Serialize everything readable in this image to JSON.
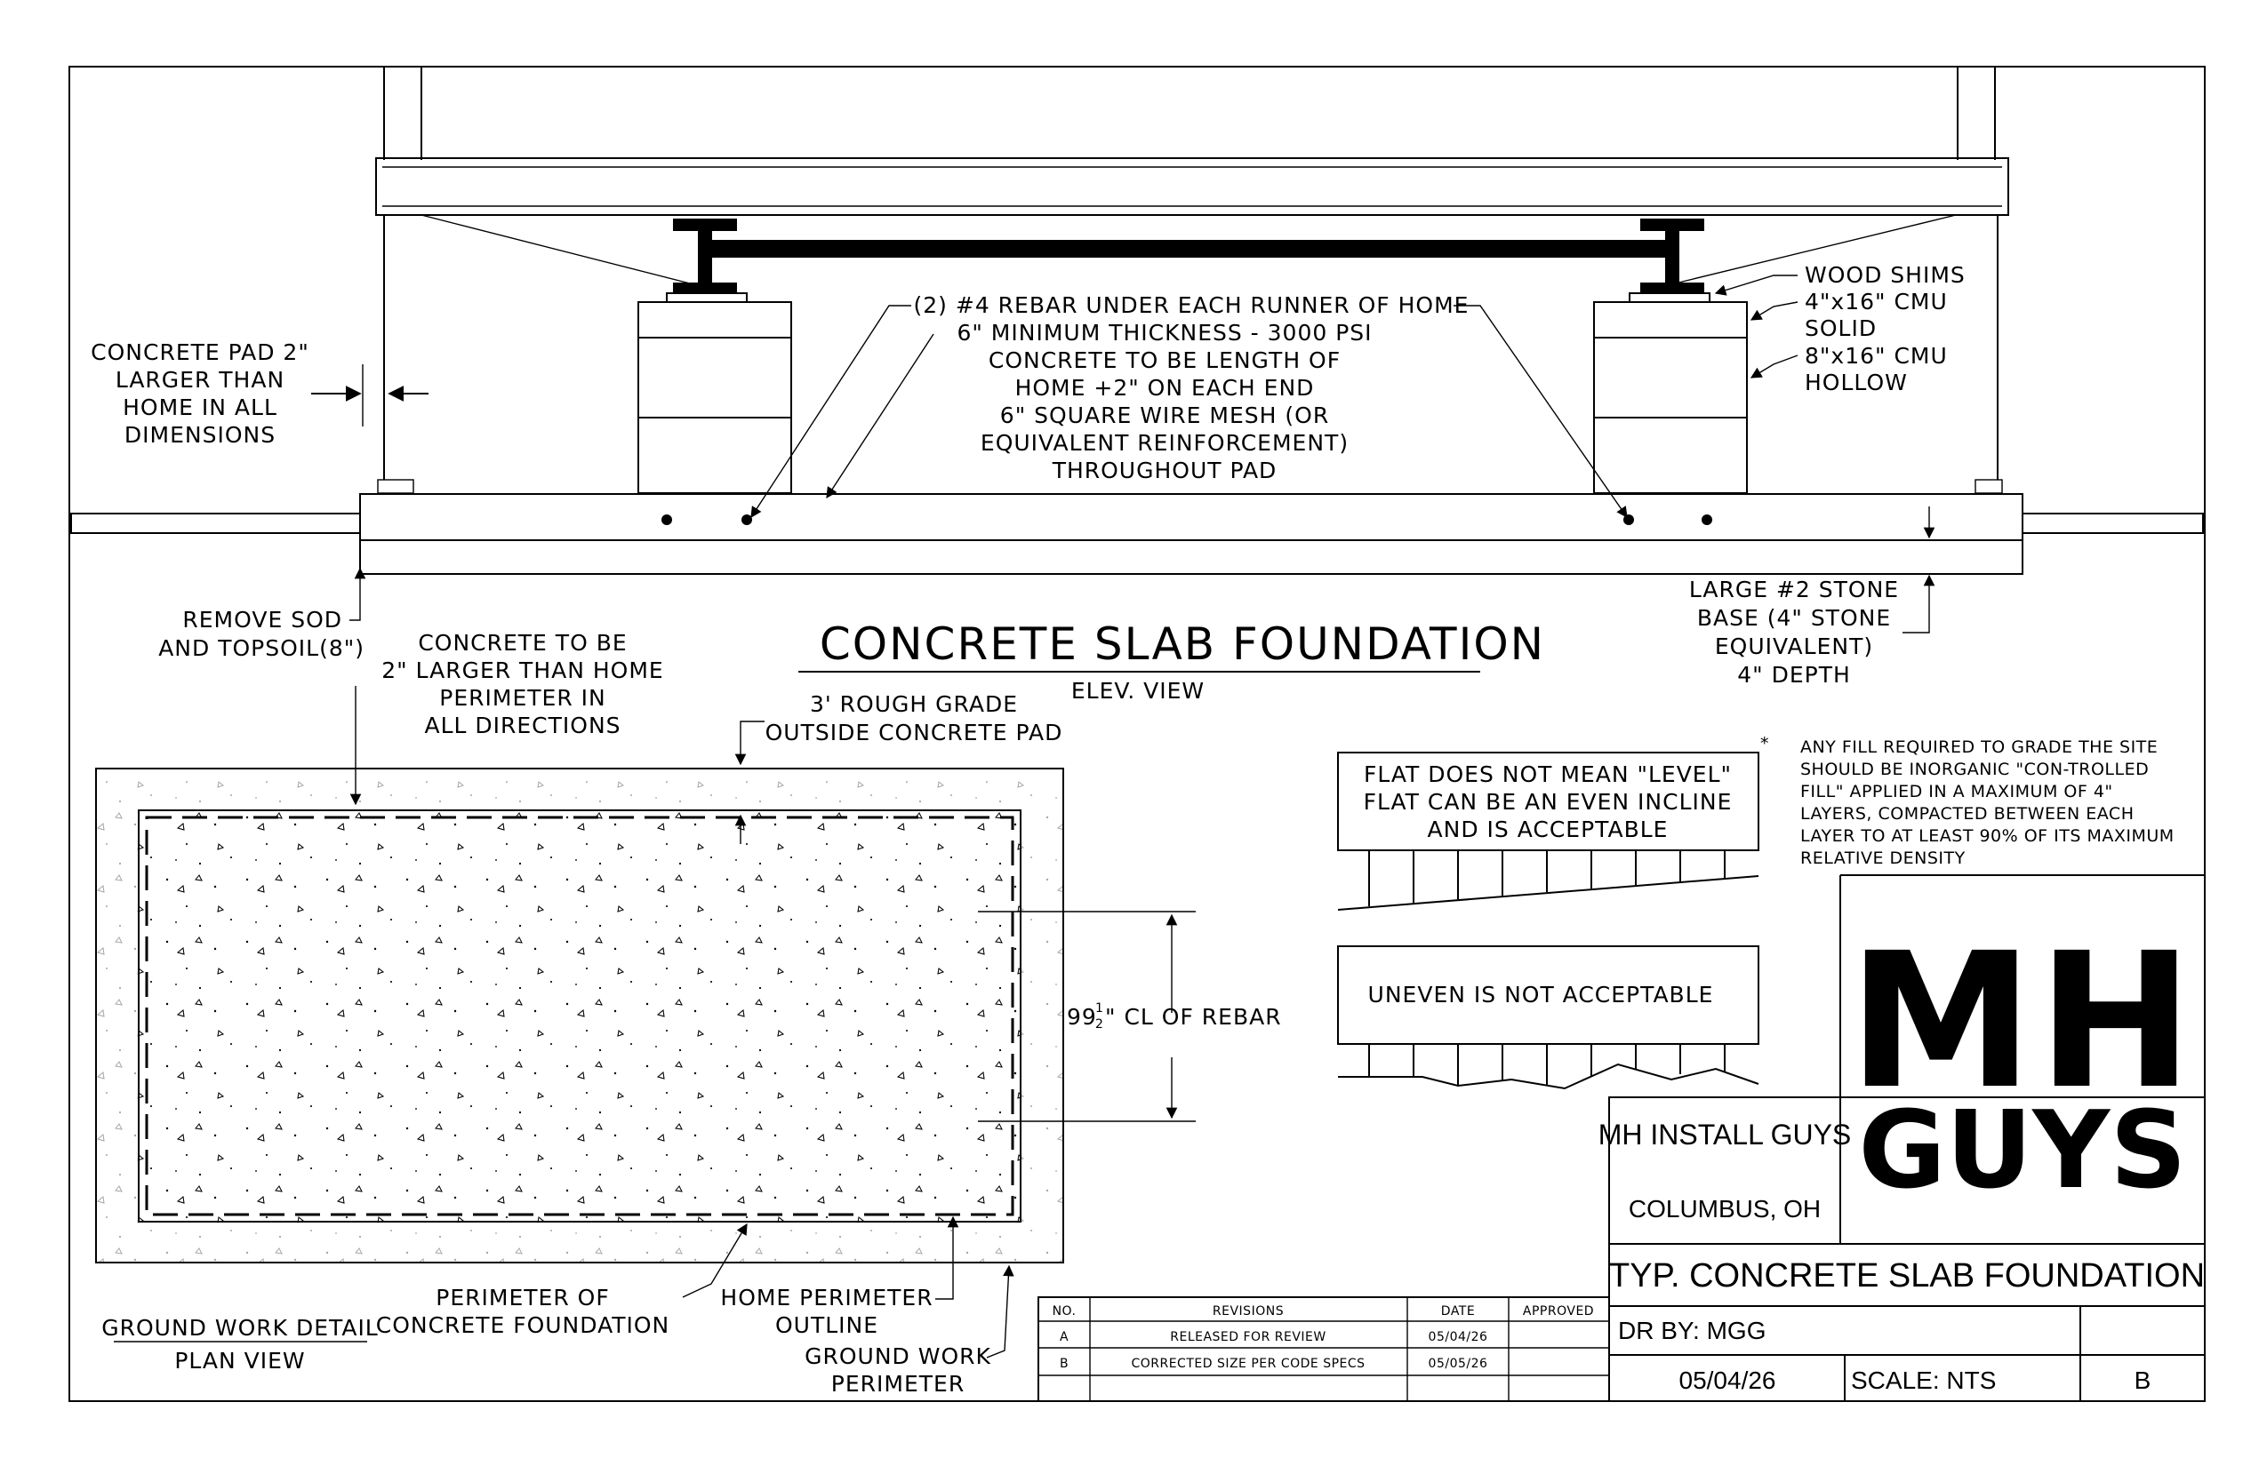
{
  "drawing": {
    "title": "CONCRETE SLAB FOUNDATION",
    "subtitle": "ELEV. VIEW",
    "plan_title": "GROUND WORK DETAIL",
    "plan_subtitle": "PLAN VIEW"
  },
  "elevation_notes": {
    "pad_larger": [
      "CONCRETE PAD 2\"",
      "LARGER THAN",
      "HOME IN ALL",
      "DIMENSIONS"
    ],
    "rebar_note": [
      "(2) #4 REBAR UNDER EACH RUNNER OF HOME",
      "6\" MINIMUM THICKNESS - 3000 PSI",
      "CONCRETE  TO BE LENGTH OF",
      "HOME +2\" ON EACH END",
      "6\" SQUARE WIRE MESH (OR",
      "EQUIVALENT REINFORCEMENT)",
      "THROUGHOUT PAD"
    ],
    "wood_shims": "WOOD SHIMS",
    "cmu_solid": [
      "4\"x16\" CMU",
      "SOLID"
    ],
    "cmu_hollow": [
      "8\"x16\" CMU",
      "HOLLOW"
    ],
    "remove_sod": [
      "REMOVE SOD",
      "AND TOPSOIL(8\")"
    ],
    "stone_base": [
      "LARGE #2 STONE",
      "BASE (4\" STONE",
      "EQUIVALENT)",
      "4\" DEPTH"
    ]
  },
  "plan_notes": {
    "concrete_larger": [
      "CONCRETE TO BE",
      "2\" LARGER THAN HOME",
      "PERIMETER IN",
      "ALL DIRECTIONS"
    ],
    "rough_grade": [
      "3' ROUGH GRADE",
      "OUTSIDE CONCRETE PAD"
    ],
    "rebar_dim_main": "99",
    "rebar_dim_frac_num": "1",
    "rebar_dim_frac_den": "2",
    "rebar_dim_rest": "\" CL OF REBAR",
    "perimeter_concrete": [
      "PERIMETER OF",
      "CONCRETE FOUNDATION"
    ],
    "home_perimeter": [
      "HOME PERIMETER",
      "OUTLINE"
    ],
    "ground_perimeter": [
      "GROUND WORK",
      "PERIMETER"
    ]
  },
  "fill_note": {
    "star": "*",
    "lines": [
      "ANY FILL REQUIRED TO GRADE THE SITE",
      "SHOULD BE INORGANIC \"CON-TROLLED",
      "FILL\" APPLIED IN A MAXIMUM OF 4\"",
      "LAYERS, COMPACTED  BETWEEN EACH",
      "LAYER TO AT LEAST 90% OF ITS MAXIMUM",
      "RELATIVE DENSITY"
    ]
  },
  "flat_box": [
    "FLAT DOES NOT MEAN \"LEVEL\"",
    "FLAT CAN BE AN EVEN INCLINE",
    "AND IS ACCEPTABLE"
  ],
  "uneven_box": "UNEVEN IS NOT ACCEPTABLE",
  "revisions": {
    "headers": [
      "NO.",
      "REVISIONS",
      "DATE",
      "APPROVED"
    ],
    "rows": [
      {
        "no": "A",
        "desc": "RELEASED FOR REVIEW",
        "date": "05/04/26",
        "approved": ""
      },
      {
        "no": "B",
        "desc": "CORRECTED SIZE PER CODE SPECS",
        "date": "05/05/26",
        "approved": ""
      }
    ]
  },
  "title_block": {
    "company": "MH INSTALL GUYS",
    "location": "COLUMBUS, OH",
    "logo_line1": "MH",
    "logo_line2": "GUYS",
    "logo_color": "#2dbe4f",
    "drawing_name": "TYP. CONCRETE SLAB FOUNDATION",
    "drawn_by": "DR BY: MGG",
    "date": "05/04/26",
    "scale": "SCALE: NTS",
    "revision": "B"
  }
}
